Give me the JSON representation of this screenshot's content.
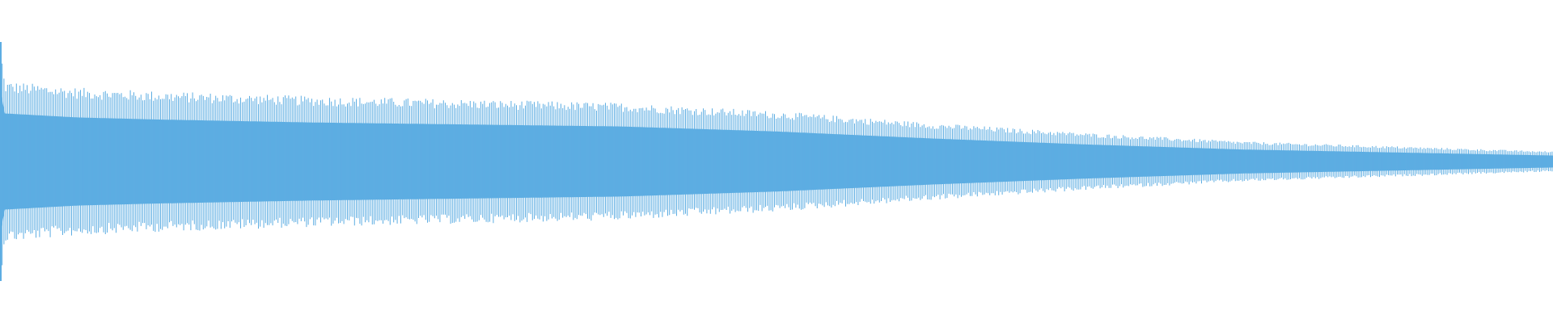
{
  "waveform": {
    "color": "#5dade2",
    "background": "#ffffff",
    "transient_peak": 0.74,
    "envelope": [
      {
        "t": 0.0,
        "amp": 0.74
      },
      {
        "t": 0.003,
        "amp": 0.48
      },
      {
        "t": 0.05,
        "amp": 0.44
      },
      {
        "t": 0.1,
        "amp": 0.42
      },
      {
        "t": 0.2,
        "amp": 0.39
      },
      {
        "t": 0.3,
        "amp": 0.37
      },
      {
        "t": 0.4,
        "amp": 0.35
      },
      {
        "t": 0.5,
        "amp": 0.3
      },
      {
        "t": 0.6,
        "amp": 0.23
      },
      {
        "t": 0.7,
        "amp": 0.17
      },
      {
        "t": 0.8,
        "amp": 0.12
      },
      {
        "t": 0.9,
        "amp": 0.09
      },
      {
        "t": 1.0,
        "amp": 0.06
      }
    ]
  }
}
